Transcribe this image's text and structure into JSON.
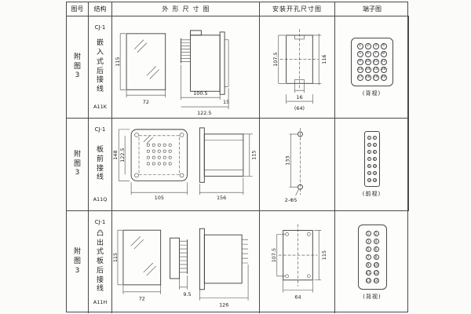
{
  "header": {
    "fig_no": "图号",
    "structure": "结构",
    "outline": "外形尺寸图",
    "mounting": "安装开孔尺寸图",
    "terminal": "端子图"
  },
  "rows": [
    {
      "fig": "附图3",
      "model": "CJ-1",
      "structure": "嵌入式后接线",
      "code": "A11K",
      "outline": {
        "height": "115",
        "width": "72",
        "depth": "100.5",
        "depth_total": "122.5",
        "flange": "15"
      },
      "mounting": {
        "v1": "107.5",
        "v2": "116",
        "b1": "16",
        "b2": "(64)"
      },
      "terminal": {
        "cols": 4,
        "labels": [
          "1",
          "2",
          "3",
          "4",
          "5",
          "6",
          "7",
          "8",
          "9",
          "10",
          "11",
          "12",
          "13",
          "14",
          "15",
          "16",
          "17",
          "18",
          "19",
          "20"
        ],
        "view": "(背视)"
      }
    },
    {
      "fig": "附图3",
      "model": "CJ-1",
      "structure": "板前接线",
      "code": "A11Q",
      "outline": {
        "v1": "148",
        "v2": "122.5",
        "w": "105",
        "len": "156",
        "side_h": "115"
      },
      "mounting": {
        "v1": "133",
        "holes": "2-Φ5"
      },
      "terminal": {
        "cols": 2,
        "labels": [
          "1",
          "2",
          "3",
          "4",
          "5",
          "6",
          "7",
          "8",
          "9",
          "10",
          "11",
          "12",
          "13",
          "14"
        ],
        "view": "(前视)"
      }
    },
    {
      "fig": "附图3",
      "model": "CJ-1",
      "structure": "凸出式板后接线",
      "code": "A11H",
      "outline": {
        "height": "115",
        "width": "72",
        "pin": "9.5",
        "len": "126"
      },
      "mounting": {
        "v1": "107.5",
        "v2": "115",
        "b1": "64"
      },
      "terminal": {
        "cols": 2,
        "labels": [
          "1",
          "2",
          "3",
          "4",
          "5",
          "6",
          "7",
          "8",
          "9",
          "10",
          "11",
          "12",
          "13",
          "14"
        ],
        "view": "(背视)"
      }
    }
  ]
}
